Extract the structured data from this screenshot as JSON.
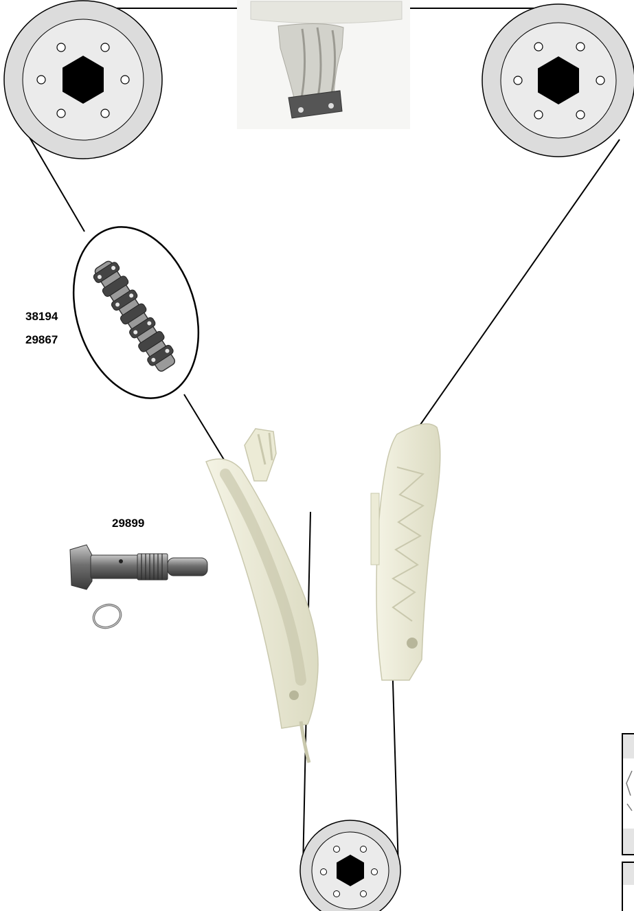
{
  "labels": {
    "chain_line1": "38194",
    "chain_line2": "29867",
    "tensioner": "29899"
  },
  "colors": {
    "sprocket_fill": "#dcdcdc",
    "hub_fill": "#ebebeb",
    "hex": "#000000",
    "guide_plastic": "#ecebd6",
    "guide_shadow": "#c9c8ad",
    "metal": "#8a8a8a",
    "chain_line": "#000000"
  },
  "icons": {
    "sprocket": "sprocket-icon",
    "chain": "chain-icon",
    "tensioner_bolt": "tensioner-bolt-icon",
    "seal_ring": "seal-ring-icon",
    "guide_rail": "guide-rail-icon"
  }
}
